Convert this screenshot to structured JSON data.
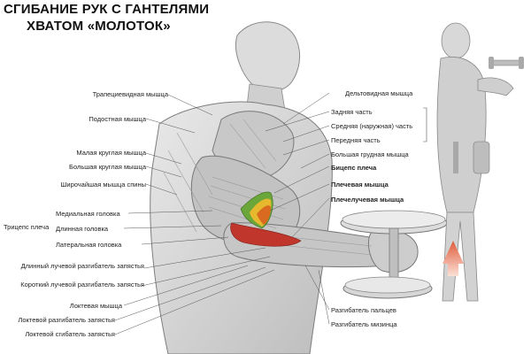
{
  "title": {
    "line1": "СГИБАНИЕ РУК С ГАНТЕЛЯМИ",
    "line2": "ХВАТОМ «МОЛОТОК»"
  },
  "left_labels": {
    "trapezius": "Трапециевидная мышца",
    "infraspinatus": "Подостная мышца",
    "teres_minor": "Малая круглая мышца",
    "teres_major": "Большая круглая мышца",
    "latissimus": "Широчайшая мышца спины",
    "triceps": "Трицепс плеча",
    "medial_head": "Медиальная головка",
    "long_head": "Длинная головка",
    "lateral_head": "Латеральная головка",
    "ecr_longus": "Длинный лучевой разгибатель запястья",
    "ecr_brevis": "Короткий лучевой разгибатель запястья",
    "anconeus": "Локтевая мышца",
    "ecu": "Локтевой разгибатель запястья",
    "fcu": "Локтевой сгибатель запястья"
  },
  "right_labels": {
    "deltoid": "Дельтовидная мышца",
    "rear": "Задняя часть",
    "middle": "Средняя (наружная) часть",
    "front": "Передняя часть",
    "pec_major": "Большая грудная мышца",
    "biceps": "Бицепс плеча",
    "brachialis": "Плечевая мышца",
    "brachioradialis": "Плечелучевая мышца",
    "ext_digitorum": "Разгибатель пальцев",
    "ext_digiti_minimi": "Разгибатель мизинца"
  },
  "colors": {
    "muscle_red": "#c0362c",
    "label_line": "#555555",
    "highlight_green": "#6aa63a",
    "highlight_yellow": "#e6b82e",
    "highlight_orange": "#d96a1f",
    "arrow_red": "#e05a3a"
  },
  "icons": {
    "motion_arrow": "up-arrow-icon"
  }
}
